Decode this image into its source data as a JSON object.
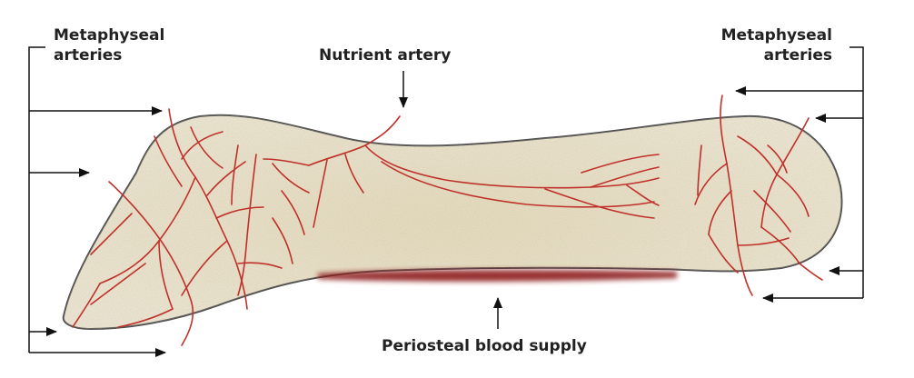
{
  "labels": {
    "metaphyseal_left": [
      "Metaphyseal",
      "arteries"
    ],
    "metaphyseal_right": [
      "Metaphyseal",
      "arteries"
    ],
    "nutrient": "Nutrient artery",
    "periosteal": "Periosteal blood supply"
  },
  "colors": {
    "bone_fill": "#ece3c6",
    "bone_outline": "#4a4a4a",
    "artery": "#c0302a",
    "periosteum": "#8e1f1f",
    "arrow": "#111111"
  }
}
